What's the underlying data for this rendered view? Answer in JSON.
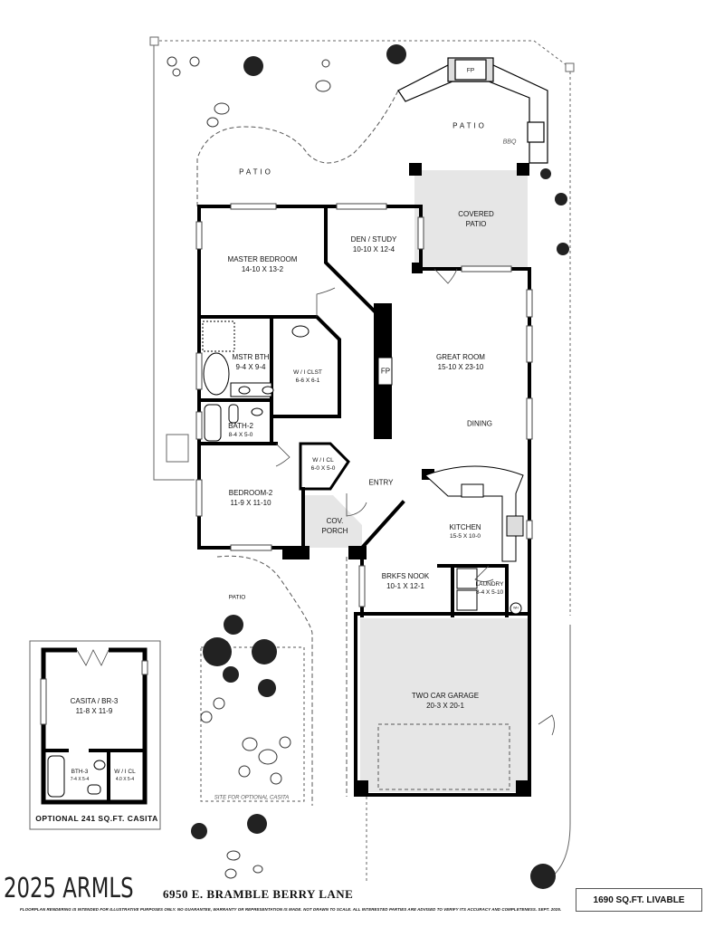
{
  "plan": {
    "rooms": {
      "patio_top": {
        "name": "PATIO"
      },
      "bbq": {
        "name": "BBQ"
      },
      "fp_outdoor": {
        "name": "FP"
      },
      "patio_left": {
        "name": "PATIO"
      },
      "covered_patio": {
        "name": "COVERED PATIO"
      },
      "master_bedroom": {
        "name": "MASTER BEDROOM",
        "dim": "14-10  X  13-2"
      },
      "den": {
        "name": "DEN / STUDY",
        "dim": "10-10 X 12-4"
      },
      "master_bath": {
        "name": "MSTR BTH",
        "dim": "9-4  X  9-4"
      },
      "wic_master": {
        "name": "W / I CLST",
        "dim": "6-6 X 6-1"
      },
      "fp_indoor": {
        "name": "FP"
      },
      "great_room": {
        "name": "GREAT ROOM",
        "dim": "15-10  X  23-10"
      },
      "dining": {
        "name": "DINING"
      },
      "bath2": {
        "name": "BATH-2",
        "dim": "8-4 X 5-0"
      },
      "wic2": {
        "name": "W / I  CL",
        "dim": "6-0 X 5-0"
      },
      "entry": {
        "name": "ENTRY"
      },
      "bedroom2": {
        "name": "BEDROOM-2",
        "dim": "11-9  X  11-10"
      },
      "porch": {
        "name": "COV. PORCH"
      },
      "kitchen": {
        "name": "KITCHEN",
        "dim": "15-5  X  10-0"
      },
      "nook": {
        "name": "BRKFS NOOK",
        "dim": "10-1  X  12-1"
      },
      "laundry": {
        "name": "LAUNDRY",
        "dim": "8-4 X 5-10"
      },
      "wh": {
        "name": "WH"
      },
      "patio_front": {
        "name": "PATIO"
      },
      "garage": {
        "name": "TWO CAR GARAGE",
        "dim": "20-3  X  20-1"
      },
      "casita_site": {
        "name": "SITE FOR OPTIONAL CASITA"
      }
    },
    "casita": {
      "bedroom": {
        "name": "CASITA / BR-3",
        "dim": "11-8  X  11-9"
      },
      "bath": {
        "name": "BTH-3",
        "dim": "7-4 X 5-4"
      },
      "closet": {
        "name": "W / I CL",
        "dim": "4.0 X 5-4"
      },
      "title": "OPTIONAL 241 SQ.FT. CASITA"
    }
  },
  "footer": {
    "watermark": "2025 ARMLS",
    "address": "6950 E. BRAMBLE BERRY LANE",
    "disclaimer": "FLOORPLAN RENDERING IS INTENDED FOR ILLUSTRATIVE PURPOSES ONLY. NO GUARANTEE, WARRANTY OR REPRESENTATION IS MADE. NOT DRAWN TO SCALE. ALL INTERESTED PARTIES ARE ADVISED TO VERIFY ITS ACCURACY AND COMPLETENESS. SEPT. 2025.",
    "livable": "1690 SQ.FT. LIVABLE"
  },
  "colors": {
    "wall": "#000000",
    "covered_fill": "#e6e6e6",
    "line": "#555555"
  }
}
